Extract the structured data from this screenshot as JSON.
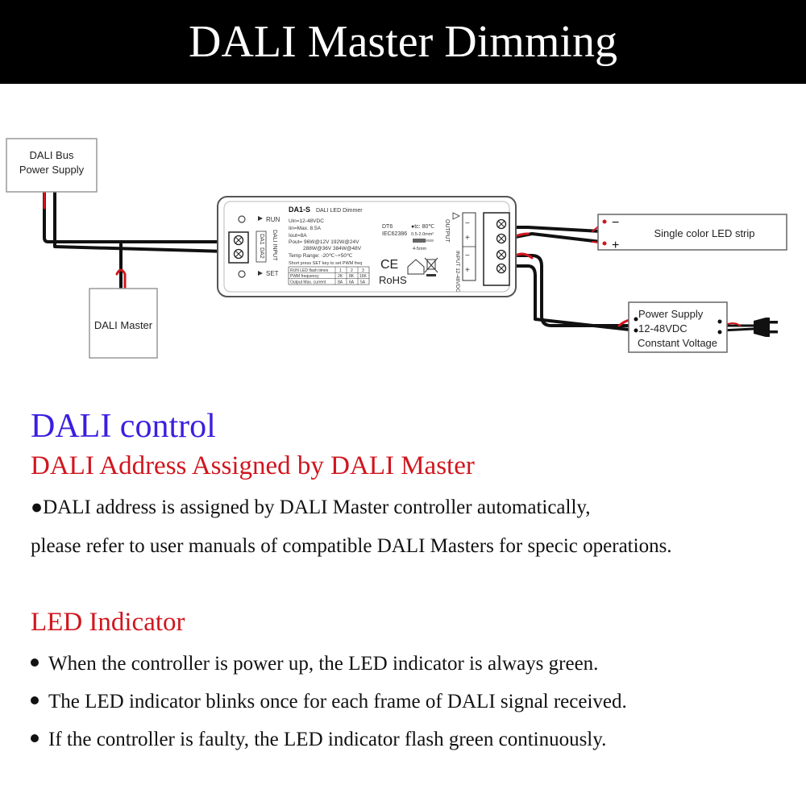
{
  "header": {
    "title": "DALI Master Dimming"
  },
  "diagram": {
    "bus_power": {
      "line1": "DALI Bus",
      "line2": "Power Supply"
    },
    "master": {
      "label": "DALI Master"
    },
    "dimmer": {
      "model": "DA1-S",
      "desc": "DALI LED Dimmer",
      "run_label": "RUN",
      "set_label": "SET",
      "input_label": "DALI INPUT",
      "da1": "DA1",
      "da2": "DA2",
      "specs": [
        "Uin=12-48VDC",
        "Iin=Max. 8.5A",
        "Iout=8A",
        "Pout= 96W@12V  192W@24V",
        "288W@36V  384W@48V",
        "Temp Range: -20℃~+50℃",
        "Short press SET key to set PWM freq"
      ],
      "dt6": "DT6",
      "iec": "IEC62386",
      "tc": "●tc: 80℃",
      "wire": "0.5-2.0mm²",
      "strip_len": "4-5mm",
      "ce": "CE",
      "rohs": "RoHS",
      "output_label": "OUTPUT",
      "input_vdc": "INPUT 12-48VDC",
      "table": {
        "rows": [
          [
            "RUN LED flash times",
            "1",
            "2",
            "3"
          ],
          [
            "PWM frequency",
            "2K",
            "8K",
            "16K"
          ],
          [
            "Output Max. current",
            "8A",
            "6A",
            "5A"
          ]
        ]
      },
      "term_minus": "−",
      "term_plus": "+"
    },
    "led_strip": {
      "label": "Single color LED strip",
      "minus": "−",
      "plus": "+"
    },
    "psu": {
      "line1": "Power Supply",
      "line2": "12-48VDC",
      "line3": "Constant Voltage"
    }
  },
  "control": {
    "title": "DALI control",
    "assign_title": "DALI Address Assigned by DALI Master",
    "assign_line1": "●DALI address is assigned by DALI Master controller automatically,",
    "assign_line2": "please refer to user manuals of compatible DALI Masters for specic operations.",
    "led_title": "LED Indicator",
    "bullets": [
      "When the controller is power up, the LED indicator is always green.",
      "The LED indicator blinks once for each frame of DALI signal received.",
      "If the controller is faulty, the LED indicator flash green continuously."
    ]
  },
  "colors": {
    "header_bg": "#000000",
    "control_title": "#3a1fe0",
    "subtitle_red": "#d0161e",
    "wire_red": "#d0161e"
  }
}
